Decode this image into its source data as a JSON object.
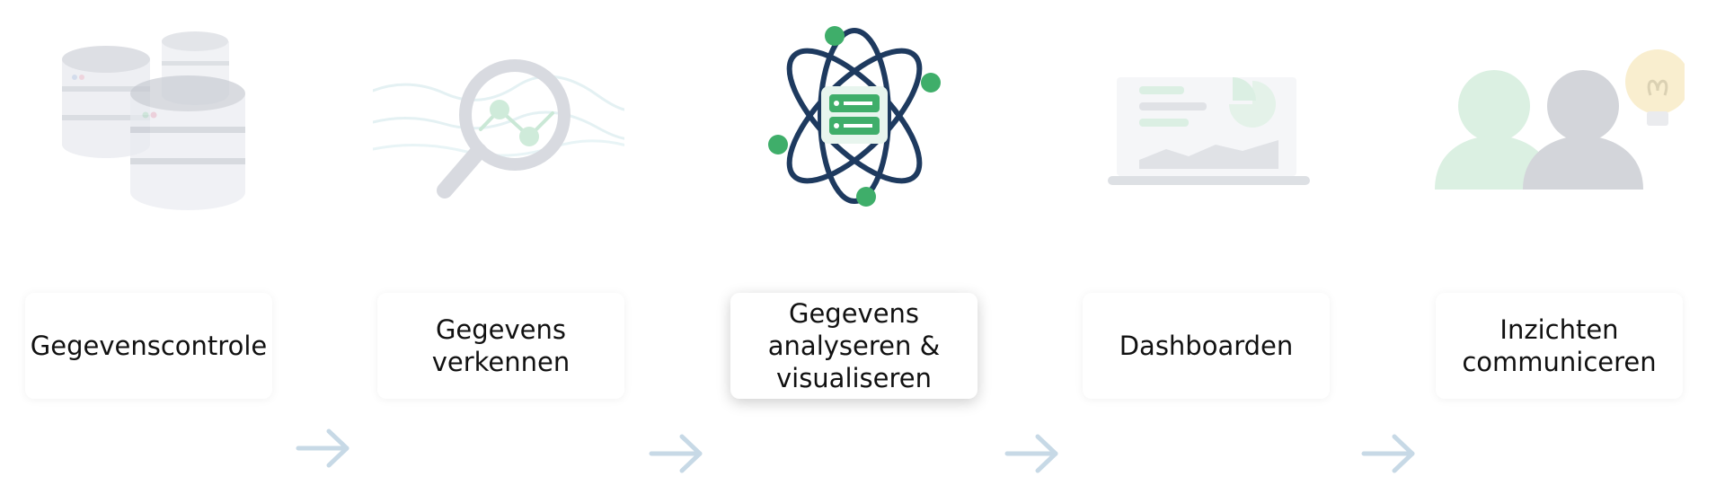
{
  "steps": [
    {
      "id": "controle",
      "label": "Gegevenscontrole",
      "icon": "database-icon",
      "active": false
    },
    {
      "id": "verkennen",
      "label": "Gegevens\nverkennen",
      "icon": "magnifier-chart-icon",
      "active": false
    },
    {
      "id": "analyseren",
      "label": "Gegevens\nanalyseren &\nvisualiseren",
      "icon": "atom-server-icon",
      "active": true
    },
    {
      "id": "dashboarden",
      "label": "Dashboarden",
      "icon": "dashboard-laptop-icon",
      "active": false
    },
    {
      "id": "communiceren",
      "label": "Inzichten\ncommuniceren",
      "icon": "people-lightbulb-icon",
      "active": false
    }
  ],
  "colors": {
    "active_dark": "#1e3a5f",
    "active_green": "#3fae6a",
    "faded_gray": "#c9ccd3",
    "faded_green": "#cfe9d8",
    "arrow": "#c7d9e6",
    "text": "#111111"
  }
}
